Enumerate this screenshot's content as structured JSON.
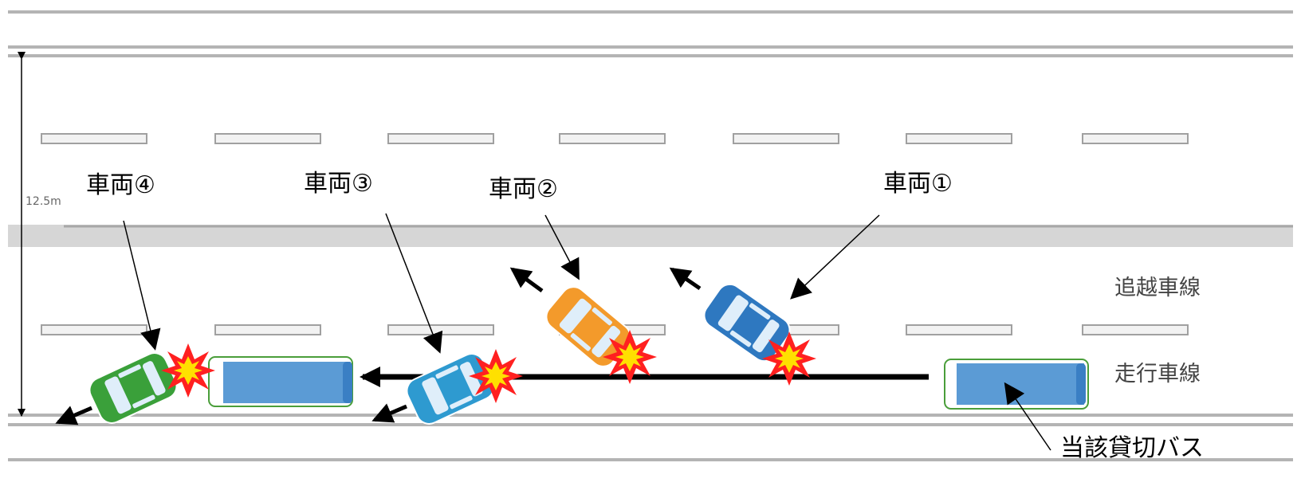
{
  "labels": {
    "vehicle1": "車両①",
    "vehicle2": "車両②",
    "vehicle3": "車両③",
    "vehicle4": "車両④",
    "bus": "当該貸切バス"
  },
  "lanes": {
    "passing": "追越車線",
    "driving": "走行車線"
  },
  "measurement": "12.5m",
  "colors": {
    "road_line": "#b4b4b4",
    "lane_dash": "#e0e0e0",
    "median": "#d6d6d6",
    "bus_body": "#5b9bd5",
    "bus_frame": "#4a9e3a",
    "vehicle1": "#2e78c0",
    "vehicle2": "#f39a2b",
    "vehicle3": "#2e9ad0",
    "vehicle4": "#3aa03a",
    "impact": "#ff2020",
    "impact_core": "#ffe000"
  }
}
